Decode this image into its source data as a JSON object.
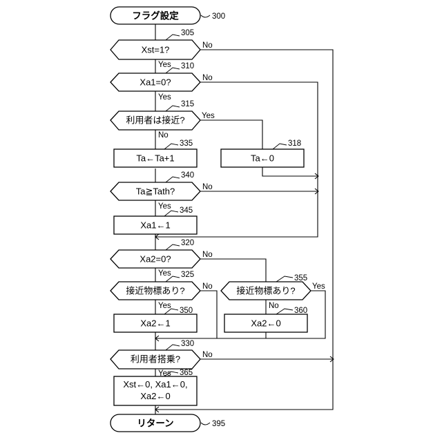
{
  "flowchart": {
    "start": {
      "label": "フラグ設定",
      "ref": "300"
    },
    "steps": {
      "s305": {
        "label": "Xst=1?",
        "ref": "305",
        "yes": "Yes",
        "no": "No"
      },
      "s310": {
        "label": "Xa1=0?",
        "ref": "310",
        "yes": "Yes",
        "no": "No"
      },
      "s315": {
        "label": "利用者は接近?",
        "ref": "315",
        "yes": "Yes",
        "no": "No"
      },
      "s318": {
        "label": "Ta←0",
        "ref": "318"
      },
      "s335": {
        "label": "Ta←Ta+1",
        "ref": "335"
      },
      "s340": {
        "label": "Ta≧Tath?",
        "ref": "340",
        "yes": "Yes",
        "no": "No"
      },
      "s345": {
        "label": "Xa1←1",
        "ref": "345"
      },
      "s320": {
        "label": "Xa2=0?",
        "ref": "320",
        "yes": "Yes",
        "no": "No"
      },
      "s325": {
        "label": "接近物標あり?",
        "ref": "325",
        "yes": "Yes",
        "no": "No"
      },
      "s355": {
        "label": "接近物標あり?",
        "ref": "355",
        "yes": "Yes",
        "no": "No"
      },
      "s350": {
        "label": "Xa2←1",
        "ref": "350"
      },
      "s360": {
        "label": "Xa2←0",
        "ref": "360"
      },
      "s330": {
        "label": "利用者搭乗?",
        "ref": "330",
        "yes": "Yes",
        "no": "No"
      },
      "s365": {
        "line1": "Xst←0, Xa1←0,",
        "line2": "Xa2←0",
        "ref": "365"
      }
    },
    "end": {
      "label": "リターン",
      "ref": "395"
    }
  }
}
